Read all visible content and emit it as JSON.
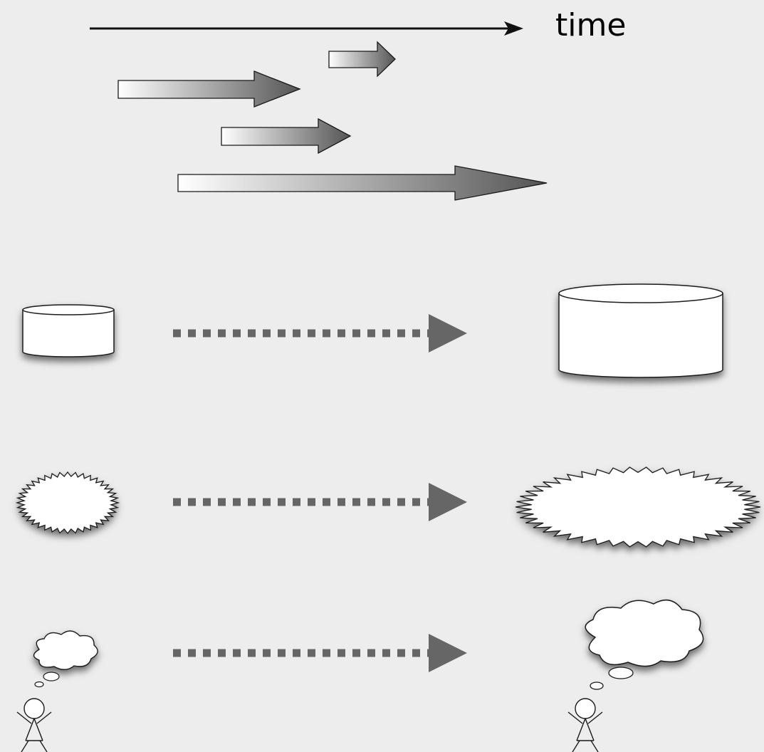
{
  "time_axis": {
    "label": "time"
  },
  "colors": {
    "background": "#ededed",
    "outline": "#1a1a1a",
    "arrow_gradient_start": "#ffffff",
    "arrow_gradient_end": "#555555",
    "dotted_arrow": "#666666",
    "shape_fill": "#ffffff"
  },
  "rows": [
    {
      "name": "database",
      "small_icon": "cylinder-icon",
      "large_icon": "cylinder-icon"
    },
    {
      "name": "starburst",
      "small_icon": "starburst-icon",
      "large_icon": "starburst-icon"
    },
    {
      "name": "thought",
      "small_icon": "thinking-person-icon",
      "large_icon": "thinking-person-icon"
    }
  ]
}
